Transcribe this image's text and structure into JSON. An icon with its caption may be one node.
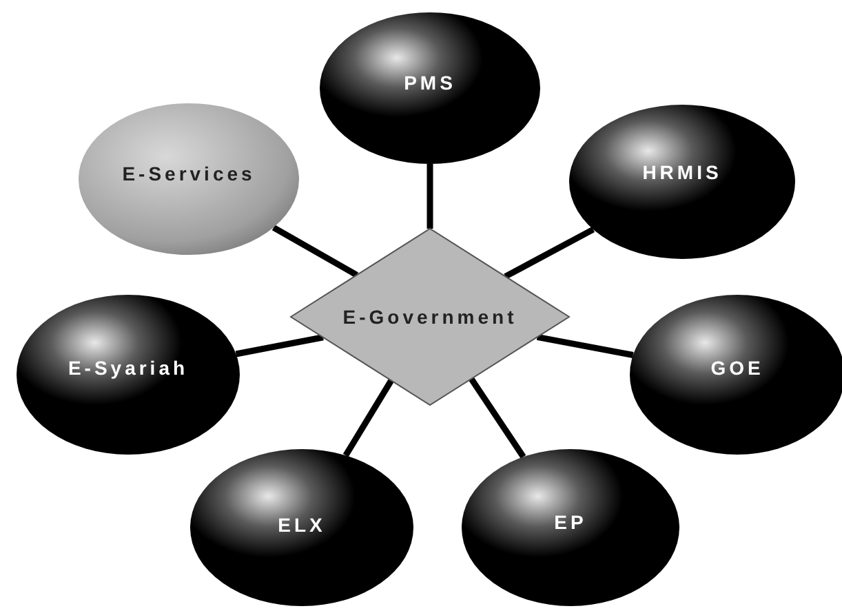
{
  "diagram": {
    "nodes": [
      {
        "text": [
          "PMS"
        ]
      },
      {
        "text": [
          "E-Services"
        ]
      },
      {
        "text": [
          "HRMIS"
        ]
      },
      {
        "text": [
          "E-Government"
        ]
      },
      {
        "text": [
          "E-Syariah"
        ]
      },
      {
        "text": [
          "GOE"
        ]
      },
      {
        "text": [
          "ELX"
        ]
      },
      {
        "text": [
          "EP"
        ]
      }
    ],
    "edges": [
      {
        "from": 3,
        "to": 0,
        "arrow": "none"
      },
      {
        "from": 3,
        "to": 1,
        "arrow": "none"
      },
      {
        "from": 3,
        "to": 2,
        "arrow": "none"
      },
      {
        "from": 3,
        "to": 4,
        "arrow": "none"
      },
      {
        "from": 3,
        "to": 5,
        "arrow": "none"
      },
      {
        "from": 3,
        "to": 6,
        "arrow": "none"
      },
      {
        "from": 3,
        "to": 7,
        "arrow": "none"
      }
    ]
  }
}
